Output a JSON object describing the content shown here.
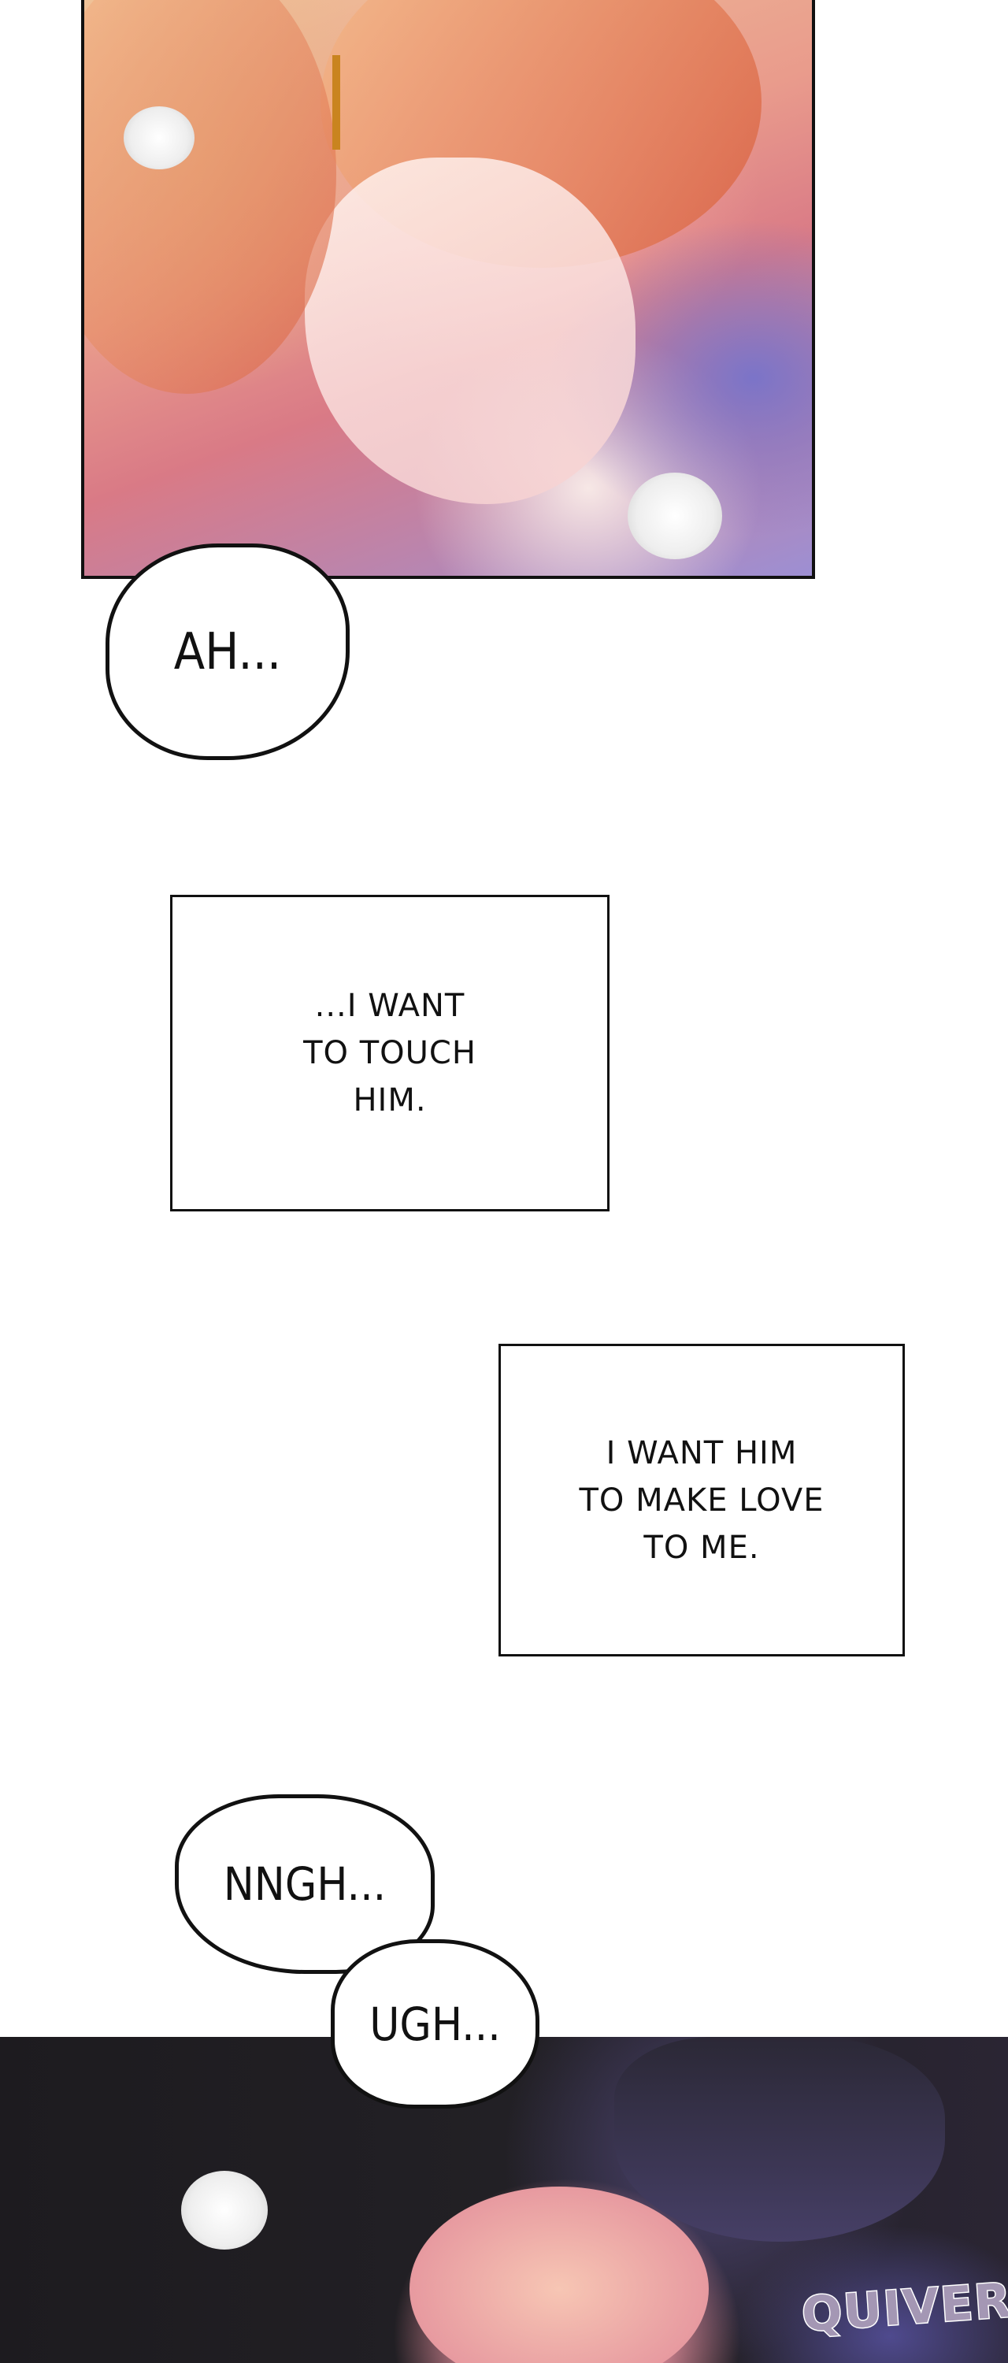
{
  "panels": [
    {
      "name": "top-panel",
      "description_icon": "illustration"
    },
    {
      "name": "bottom-panel",
      "description_icon": "illustration"
    }
  ],
  "bubbles": {
    "ah": "AH...",
    "nngh": "NNGH...",
    "ugh": "UGH..."
  },
  "narration": {
    "box1": [
      "...I WANT",
      "TO TOUCH",
      "HIM."
    ],
    "box2": [
      "I WANT HIM",
      "TO MAKE LOVE",
      "TO ME."
    ]
  },
  "sfx": {
    "quiver": "QUIVER"
  },
  "colors": {
    "ink": "#111111",
    "sfx": "#a497b4"
  }
}
